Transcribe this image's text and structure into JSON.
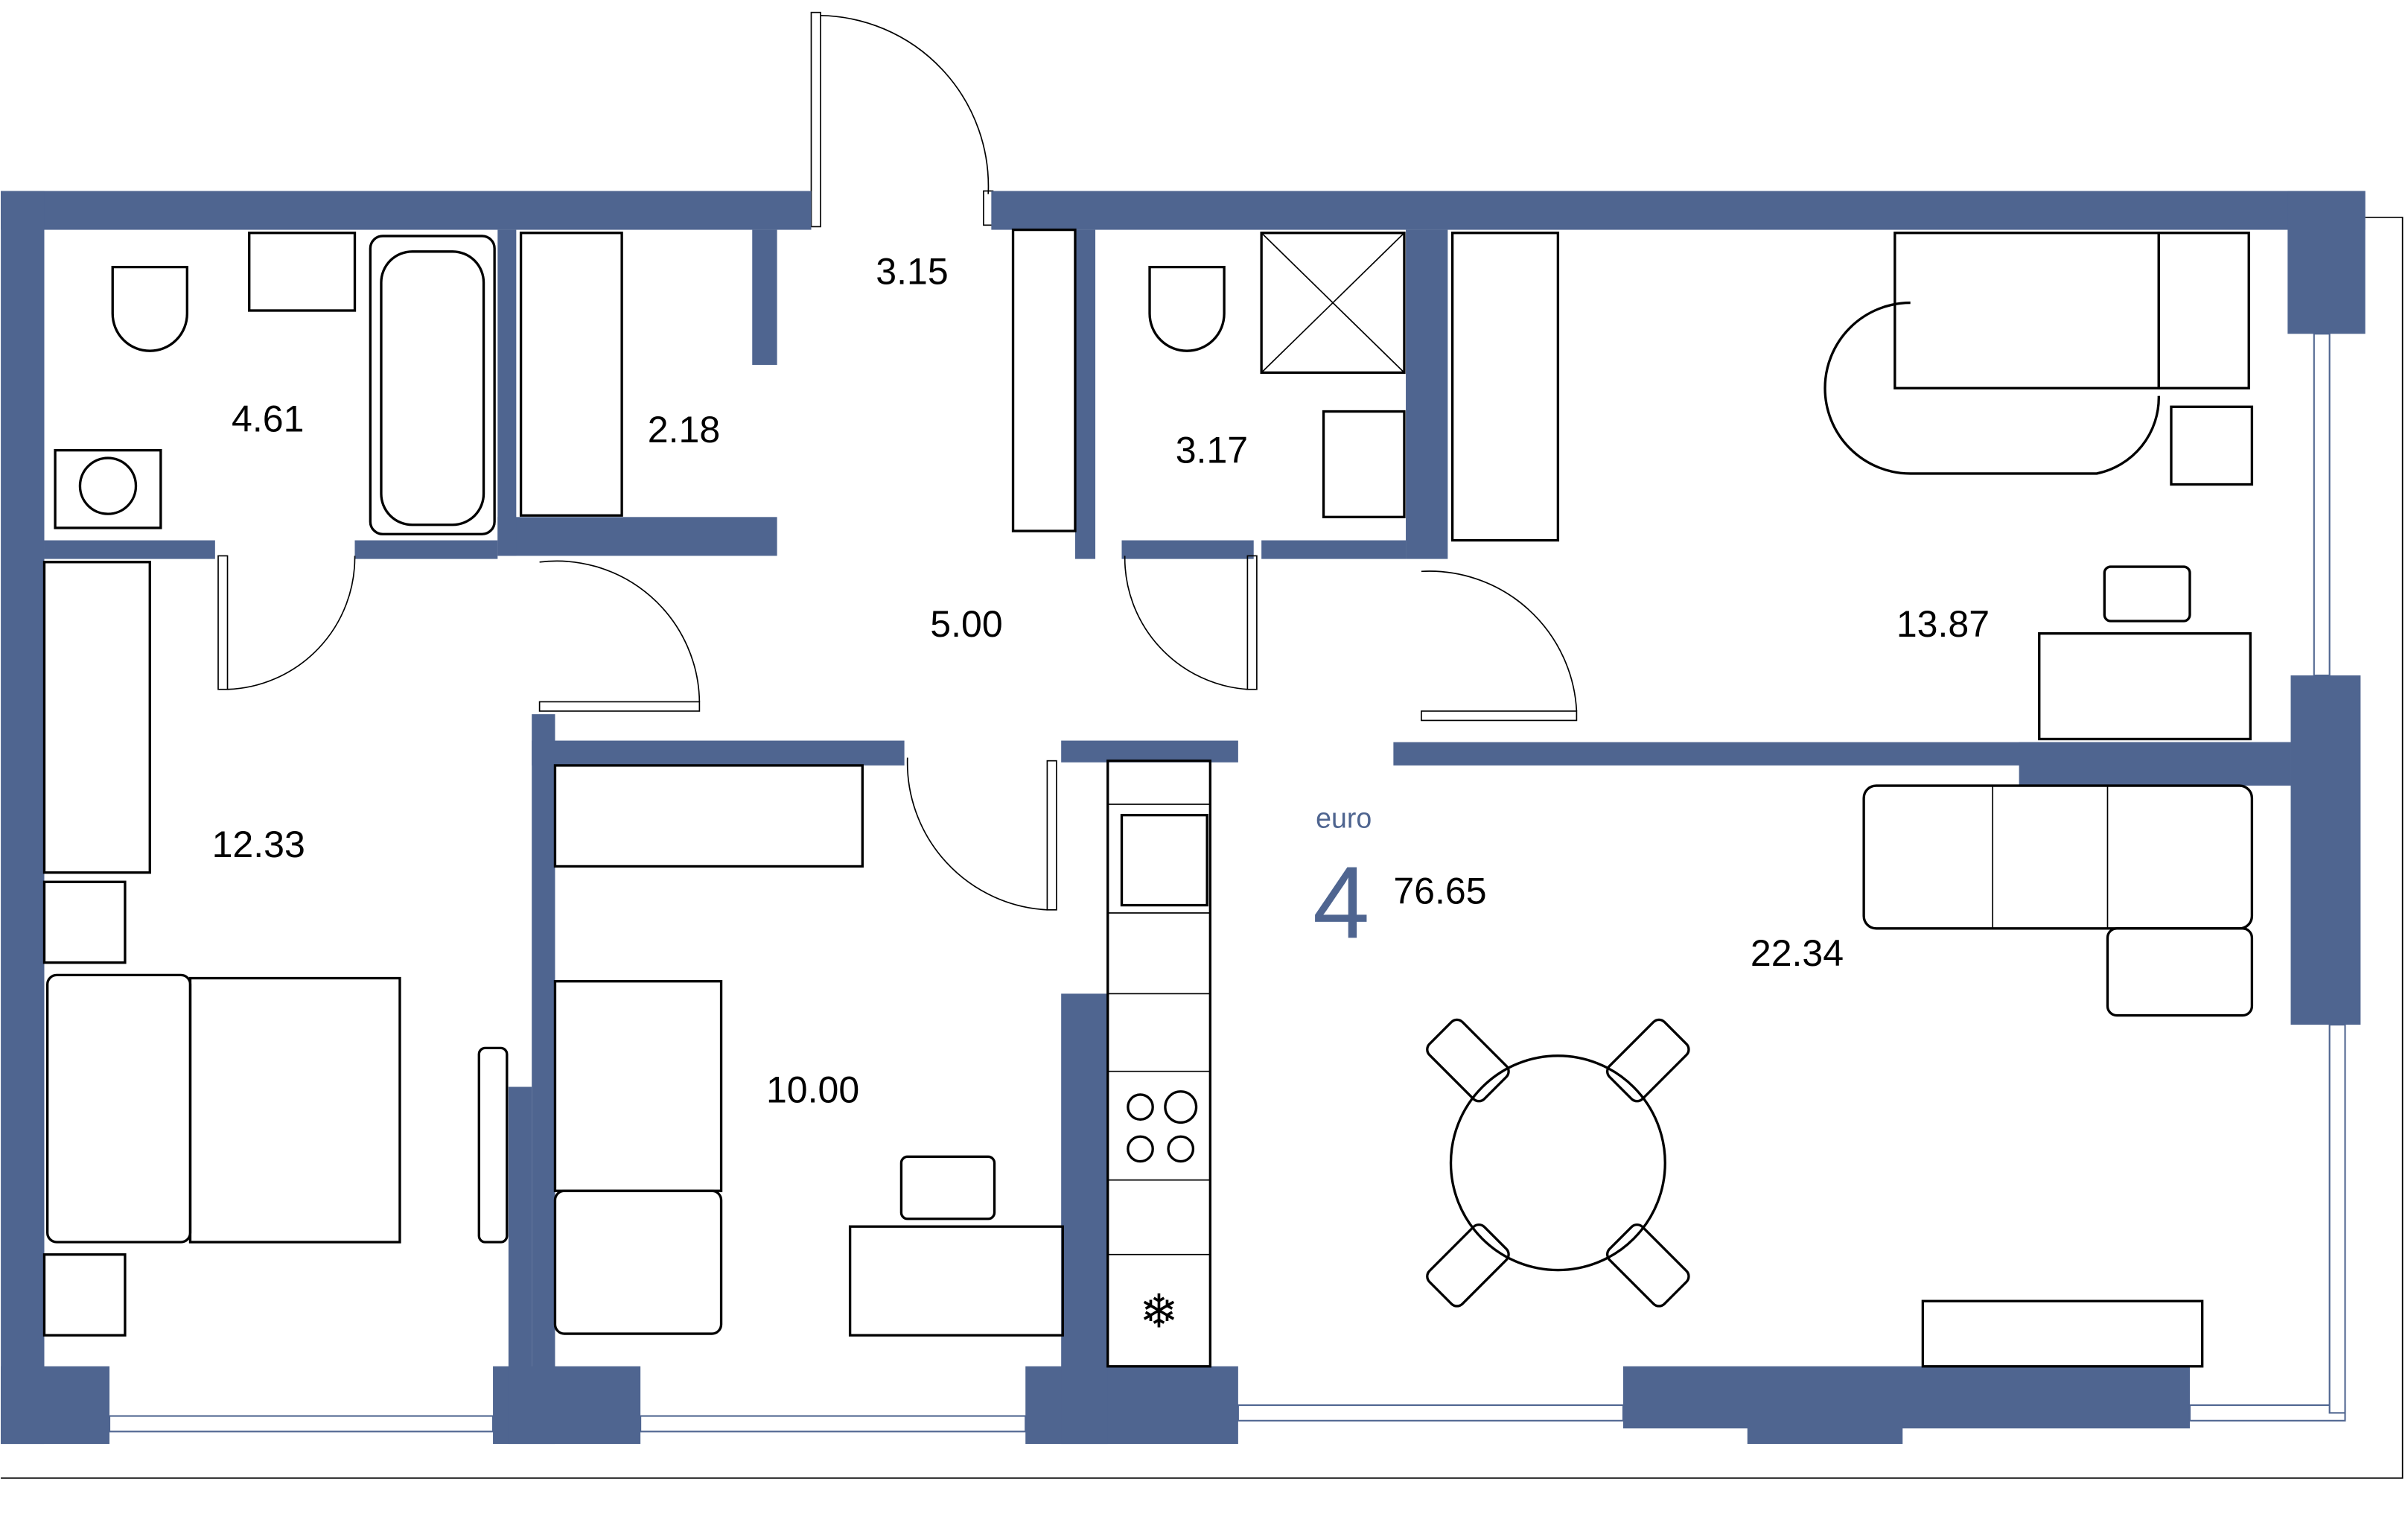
{
  "plan": {
    "summary": {
      "label": "euro",
      "rooms": "4",
      "total_area": "76.65"
    },
    "rooms": [
      {
        "id": "bathroom-1",
        "area": "4.61"
      },
      {
        "id": "wardrobe",
        "area": "2.18"
      },
      {
        "id": "entrance",
        "area": "3.15"
      },
      {
        "id": "bathroom-2",
        "area": "3.17"
      },
      {
        "id": "hall",
        "area": "5.00"
      },
      {
        "id": "bedroom-1",
        "area": "13.87"
      },
      {
        "id": "bedroom-2",
        "area": "12.33"
      },
      {
        "id": "bedroom-3",
        "area": "10.00"
      },
      {
        "id": "kitchen-living",
        "area": "22.34"
      }
    ],
    "colors": {
      "wall": "#4f6590",
      "line": "#000000"
    }
  }
}
